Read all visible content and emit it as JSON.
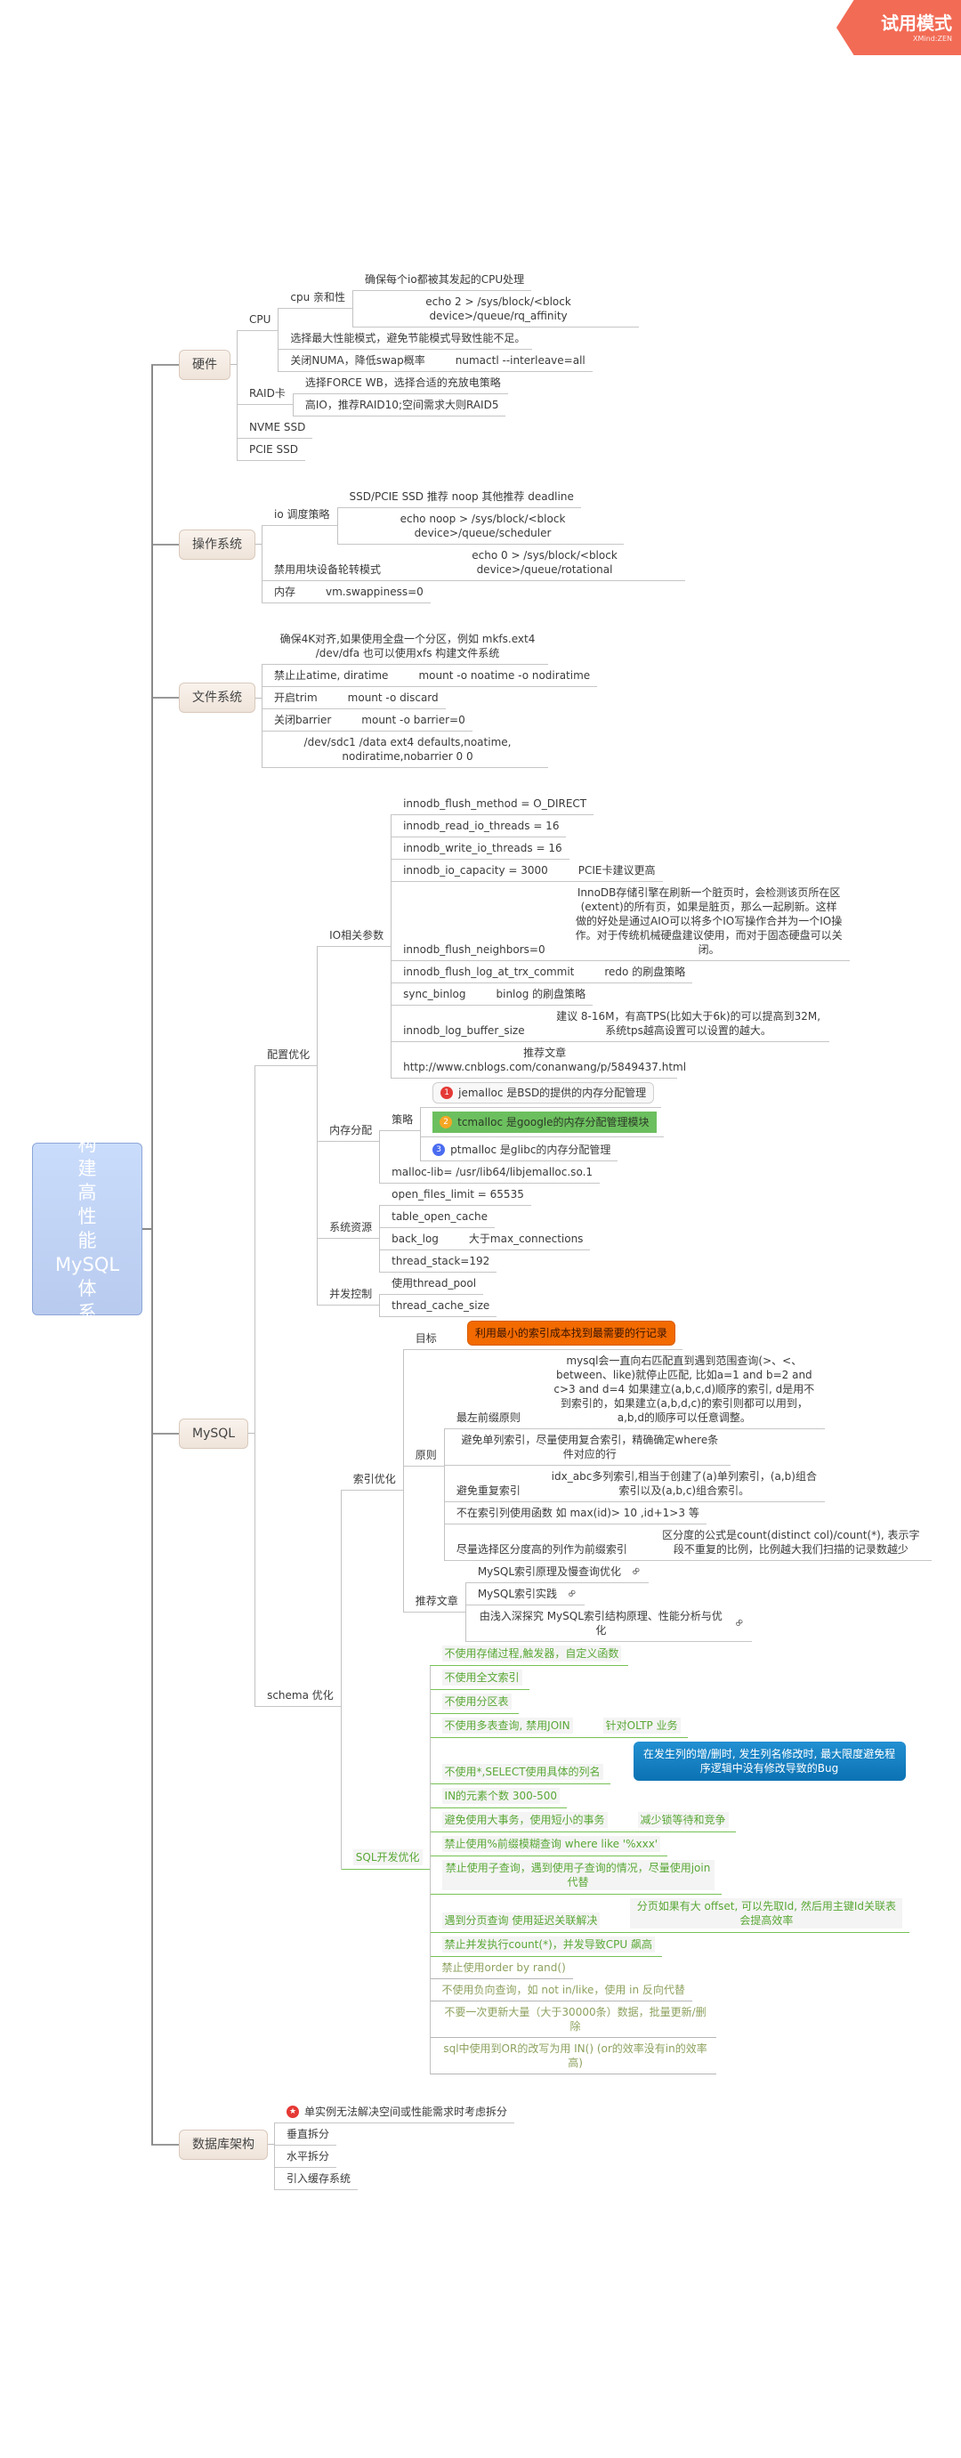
{
  "badge": {
    "title": "试用模式",
    "subtitle": "XMind:ZEN"
  },
  "colors": {
    "root": "#c4d6f7",
    "category": "#f3e9e1",
    "orange": "#f26a00",
    "callout": "#1580c4",
    "sql_green": "#5aa836",
    "tcmalloc": "#6cbf5e"
  },
  "mindmap": {
    "root": "构建高性能MySQL体系",
    "categories": [
      {
        "text": "硬件",
        "children": [
          {
            "text": "CPU",
            "children": [
              {
                "text": "cpu 亲和性",
                "children": [
                  {
                    "text": "确保每个io都被其发起的CPU处理"
                  },
                  {
                    "text": "echo 2 > /sys/block/<block device>/queue/rq_affinity"
                  }
                ]
              },
              {
                "text": "选择最大性能模式，避免节能模式导致性能不足。"
              },
              {
                "text": "关闭NUMA，降低swap概率",
                "children": [
                  {
                    "text": "numactl --interleave=all"
                  }
                ]
              }
            ]
          },
          {
            "text": "RAID卡",
            "children": [
              {
                "text": "选择FORCE WB，选择合适的充放电策略"
              },
              {
                "text": "高IO，推荐RAID10;空间需求大则RAID5"
              }
            ]
          },
          {
            "text": "NVME SSD"
          },
          {
            "text": "PCIE  SSD"
          }
        ]
      },
      {
        "text": "操作系统",
        "children": [
          {
            "text": "io 调度策略",
            "children": [
              {
                "text": "SSD/PCIE SSD 推荐 noop  其他推荐 deadline"
              },
              {
                "text": "echo noop > /sys/block/<block device>/queue/scheduler"
              }
            ]
          },
          {
            "text": "禁用用块设备轮转模式",
            "children": [
              {
                "text": "echo 0 > /sys/block/<block device>/queue/rotational"
              }
            ]
          },
          {
            "text": "内存",
            "children": [
              {
                "text": "vm.swappiness=0"
              }
            ]
          }
        ]
      },
      {
        "text": "文件系统",
        "children": [
          {
            "text": "确保4K对齐,如果使用全盘一个分区，例如 mkfs.ext4 /dev/dfa 也可以使用xfs 构建文件系统"
          },
          {
            "text": "禁止止atime, diratime",
            "children": [
              {
                "text": "mount -o noatime -o nodiratime"
              }
            ]
          },
          {
            "text": "开启trim",
            "children": [
              {
                "text": "mount -o discard"
              }
            ]
          },
          {
            "text": "关闭barrier",
            "children": [
              {
                "text": "mount -o barrier=0"
              }
            ]
          },
          {
            "text": "/dev/sdc1 /data ext4 defaults,noatime, nodiratime,nobarrier 0 0"
          }
        ]
      },
      {
        "text": "MySQL",
        "children": [
          {
            "text": "配置优化",
            "children": [
              {
                "text": "IO相关参数",
                "children": [
                  {
                    "text": "innodb_flush_method = O_DIRECT"
                  },
                  {
                    "text": "innodb_read_io_threads = 16"
                  },
                  {
                    "text": "innodb_write_io_threads = 16"
                  },
                  {
                    "text": "innodb_io_capacity = 3000",
                    "children": [
                      {
                        "text": "PCIE卡建议更高"
                      }
                    ]
                  },
                  {
                    "text": "innodb_flush_neighbors=0",
                    "children": [
                      {
                        "text": "InnoDB存储引擎在刷新一个脏页时，会检测该页所在区(extent)的所有页，如果是脏页，那么一起刷新。这样做的好处是通过AIO可以将多个IO写操作合并为一个IO操作。对于传统机械硬盘建议使用，而对于固态硬盘可以关闭。"
                      }
                    ]
                  },
                  {
                    "text": "innodb_flush_log_at_trx_commit",
                    "children": [
                      {
                        "text": "redo 的刷盘策略"
                      }
                    ]
                  },
                  {
                    "text": "sync_binlog",
                    "children": [
                      {
                        "text": "binlog 的刷盘策略"
                      }
                    ]
                  },
                  {
                    "text": "innodb_log_buffer_size",
                    "children": [
                      {
                        "text": "建议 8-16M，有高TPS(比如大于6k)的可以提高到32M,系统tps越高设置可以设置的越大。"
                      }
                    ]
                  },
                  {
                    "text": "推荐文章 http://www.cnblogs.com/conanwang/p/5849437.html"
                  }
                ]
              },
              {
                "text": "内存分配",
                "children": [
                  {
                    "text": "策略",
                    "children": [
                      {
                        "text": "jemalloc 是BSD的提供的内存分配管理",
                        "style": "box-outline",
                        "marker": "priority-1",
                        "marker_label": "1"
                      },
                      {
                        "text": "tcmalloc 是google的内存分配管理模块",
                        "style": "box-green",
                        "marker": "priority-2",
                        "marker_label": "2"
                      },
                      {
                        "text": "ptmalloc 是glibc的内存分配管理",
                        "marker": "priority-3",
                        "marker_label": "3"
                      }
                    ]
                  },
                  {
                    "text": "malloc-lib= /usr/lib64/libjemalloc.so.1"
                  }
                ]
              },
              {
                "text": "系统资源",
                "children": [
                  {
                    "text": "open_files_limit = 65535"
                  },
                  {
                    "text": "table_open_cache"
                  },
                  {
                    "text": "back_log",
                    "children": [
                      {
                        "text": "大于max_connections"
                      }
                    ]
                  },
                  {
                    "text": "thread_stack=192"
                  }
                ]
              },
              {
                "text": "并发控制",
                "children": [
                  {
                    "text": "使用thread_pool"
                  },
                  {
                    "text": "thread_cache_size"
                  }
                ]
              }
            ]
          },
          {
            "text": "schema 优化",
            "children": [
              {
                "text": "索引优化",
                "children": [
                  {
                    "text": "目标",
                    "children": [
                      {
                        "text": "利用最小的索引成本找到最需要的行记录",
                        "style": "orange"
                      }
                    ]
                  },
                  {
                    "text": "原则",
                    "children": [
                      {
                        "text": "最左前缀原则",
                        "children": [
                          {
                            "text": "mysql会一直向右匹配直到遇到范围查询(>、<、between、like)就停止匹配, 比如a=1 and b=2 and c>3 and d=4 如果建立(a,b,c,d)顺序的索引, d是用不到索引的，如果建立(a,b,d,c)的索引则都可以用到，a,b,d的顺序可以任意调整。"
                          }
                        ]
                      },
                      {
                        "text": "避免单列索引，尽量使用复合索引，精确确定where条件对应的行"
                      },
                      {
                        "text": "避免重复索引",
                        "children": [
                          {
                            "text": "idx_abc多列索引,相当于创建了(a)单列索引，(a,b)组合索引以及(a,b,c)组合索引。"
                          }
                        ]
                      },
                      {
                        "text": "不在索引列使用函数 如 max(id)> 10 ,id+1>3 等"
                      },
                      {
                        "text": "尽量选择区分度高的列作为前缀索引",
                        "children": [
                          {
                            "text": "区分度的公式是count(distinct col)/count(*), 表示字段不重复的比例，比例越大我们扫描的记录数越少"
                          }
                        ]
                      }
                    ]
                  },
                  {
                    "text": "推荐文章",
                    "children": [
                      {
                        "text": "MySQL索引原理及慢查询优化",
                        "link": true
                      },
                      {
                        "text": "MySQL索引实践",
                        "link": true
                      },
                      {
                        "text": "由浅入深探究 MySQL索引结构原理、性能分析与优化",
                        "link": true
                      }
                    ]
                  }
                ]
              },
              {
                "text": "SQL开发优化",
                "style": "sql-green",
                "children": [
                  {
                    "text": "不使用存储过程,触发器，自定义函数",
                    "style": "sql-green"
                  },
                  {
                    "text": "不使用全文索引",
                    "style": "sql-green"
                  },
                  {
                    "text": "不使用分区表",
                    "style": "sql-green"
                  },
                  {
                    "text": "不使用多表查询, 禁用JOIN",
                    "style": "sql-green",
                    "children": [
                      {
                        "text": "针对OLTP 业务",
                        "style": "sql-green"
                      }
                    ]
                  },
                  {
                    "text": "不使用*,SELECT使用具体的列名",
                    "style": "sql-green",
                    "children": [
                      {
                        "text": "在发生列的增/删时, 发生列名修改时, 最大限度避免程序逻辑中没有修改导致的Bug",
                        "style": "callout"
                      }
                    ]
                  },
                  {
                    "text": "IN的元素个数 300-500",
                    "style": "sql-green"
                  },
                  {
                    "text": "避免使用大事务，使用短小的事务",
                    "style": "sql-green",
                    "children": [
                      {
                        "text": "减少锁等待和竞争",
                        "style": "sql-green"
                      }
                    ]
                  },
                  {
                    "text": "禁止使用%前缀模糊查询 where like '%xxx'",
                    "style": "sql-green"
                  },
                  {
                    "text": "禁止使用子查询，遇到使用子查询的情况，尽量使用join代替",
                    "style": "sql-green"
                  },
                  {
                    "text": "遇到分页查询 使用延迟关联解决",
                    "style": "sql-green",
                    "children": [
                      {
                        "text": "分页如果有大 offset, 可以先取Id, 然后用主键Id关联表会提高效率",
                        "style": "sql-green"
                      }
                    ]
                  },
                  {
                    "text": "禁止并发执行count(*)，并发导致CPU 飙高",
                    "style": "sql-green"
                  },
                  {
                    "text": "禁止使用order by rand()",
                    "style": "sql-olive"
                  },
                  {
                    "text": "不使用负向查询，如 not in/like，使用 in 反向代替",
                    "style": "sql-olive"
                  },
                  {
                    "text": "不要一次更新大量（大于30000条）数据，批量更新/删除",
                    "style": "sql-olive"
                  },
                  {
                    "text": "sql中使用到OR的改写为用 IN() (or的效率没有in的效率高)",
                    "style": "sql-olive"
                  }
                ]
              }
            ]
          }
        ]
      },
      {
        "text": "数据库架构",
        "children": [
          {
            "text": "单实例无法解决空间或性能需求时考虑拆分",
            "marker": "star",
            "marker_label": "★"
          },
          {
            "text": "垂直拆分"
          },
          {
            "text": "水平拆分"
          },
          {
            "text": "引入缓存系统"
          }
        ]
      }
    ]
  }
}
